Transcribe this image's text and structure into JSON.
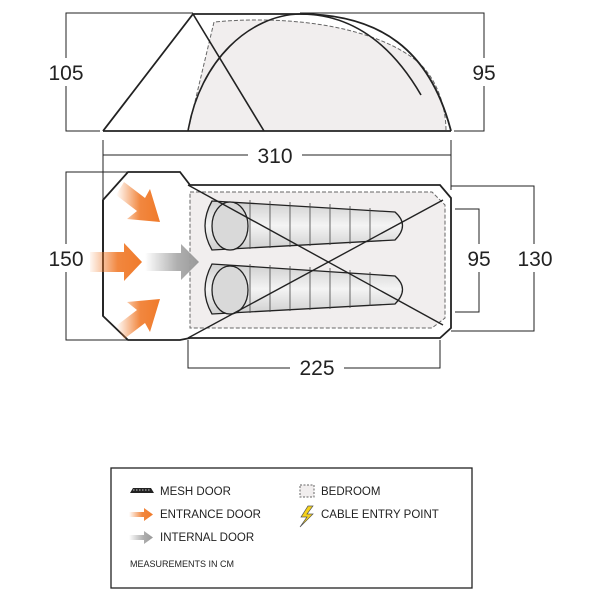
{
  "dimensions": {
    "side_height_front": "105",
    "side_height_rear": "95",
    "overall_length": "310",
    "front_width": "150",
    "bedroom_height": "95",
    "rear_width": "130",
    "bedroom_length": "225"
  },
  "legend": {
    "mesh_door": "MESH DOOR",
    "entrance_door": "ENTRANCE DOOR",
    "internal_door": "INTERNAL DOOR",
    "bedroom": "BEDROOM",
    "cable_entry_point": "CABLE ENTRY POINT",
    "measurements_note": "MEASUREMENTS IN CM"
  },
  "colors": {
    "outline": "#222222",
    "bedroom_fill": "#f1eeee",
    "sleeping_bag": "#d9d9d9",
    "entrance_arrow": "#f07a2a",
    "internal_arrow": "#a6a6a6",
    "cable_bolt": "#f5d21a"
  }
}
